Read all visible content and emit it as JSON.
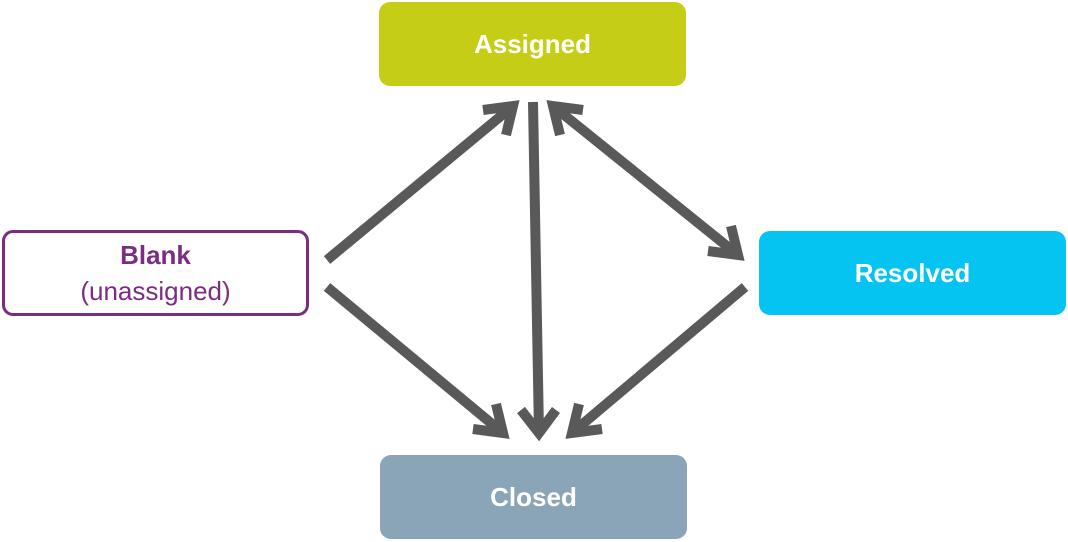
{
  "nodes": {
    "assigned": {
      "label": "Assigned"
    },
    "resolved": {
      "label": "Resolved"
    },
    "closed": {
      "label": "Closed"
    },
    "blank": {
      "label": "Blank",
      "sublabel": "(unassigned)"
    }
  },
  "colors": {
    "assigned": "#c5cd17",
    "resolved": "#06c4f1",
    "closed": "#8aa5b7",
    "blank_border": "#7b2d83",
    "arrow": "#595959"
  },
  "edges": [
    {
      "from": "blank",
      "to": "assigned"
    },
    {
      "from": "blank",
      "to": "closed"
    },
    {
      "from": "assigned",
      "to": "closed"
    },
    {
      "from": "assigned",
      "to": "resolved",
      "bidirectional": true
    },
    {
      "from": "resolved",
      "to": "closed"
    }
  ]
}
